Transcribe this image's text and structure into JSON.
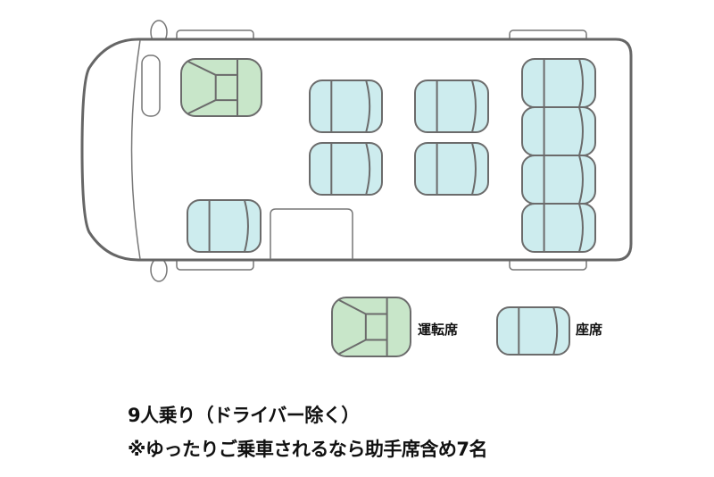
{
  "legend": {
    "driver_seat": "運転席",
    "seat": "座席"
  },
  "caption": {
    "line1": "9人乗り（ドライバー除く）",
    "line2": "※ゆったりご乗車されるなら助手席含め7名"
  },
  "colors": {
    "driver_seat": "#c8e6c9",
    "seat": "#cdecee",
    "outline": "#6b6b6b"
  }
}
